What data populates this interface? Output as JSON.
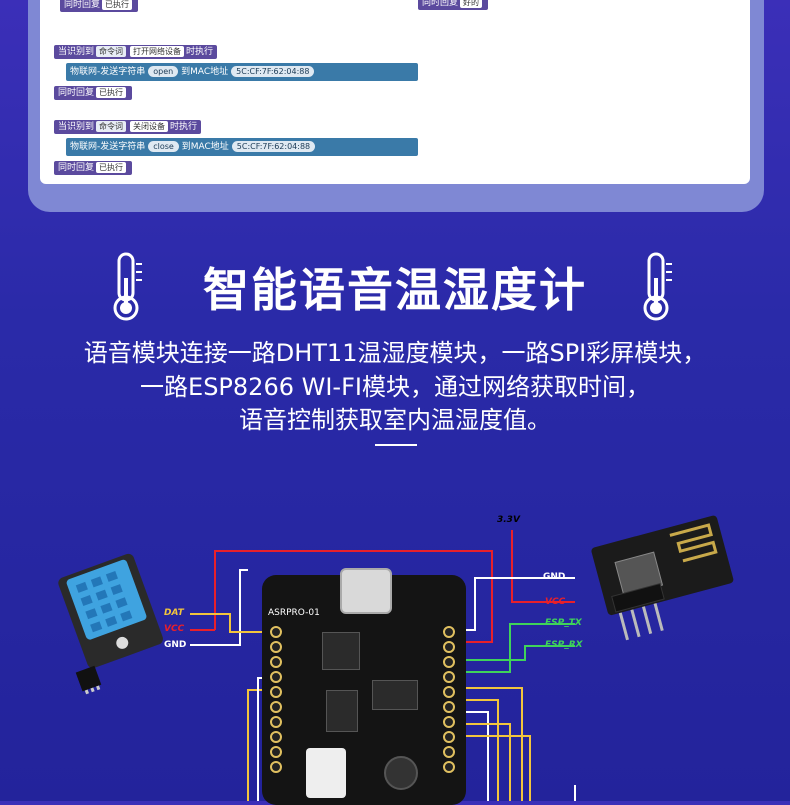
{
  "code_blocks": {
    "left_top_reply_label": "同时回复",
    "left_top_reply_value": "已执行",
    "right_top_reply_label": "同时回复",
    "right_top_reply_value": "好的",
    "block1": {
      "when_label": "当识别到",
      "cmd_chip": "命令词",
      "cmd_value": "打开网络设备",
      "exec_label": "时执行",
      "send_label": "物联网-发送字符串",
      "payload": "open",
      "to_mac_label": "到MAC地址",
      "mac": "5C:CF:7F:62:04:88",
      "reply_label": "同时回复",
      "reply_value": "已执行"
    },
    "block2": {
      "when_label": "当识别到",
      "cmd_chip": "命令词",
      "cmd_value": "关闭设备",
      "exec_label": "时执行",
      "send_label": "物联网-发送字符串",
      "payload": "close",
      "to_mac_label": "到MAC地址",
      "mac": "5C:CF:7F:62:04:88",
      "reply_label": "同时回复",
      "reply_value": "已执行"
    }
  },
  "title": "智能语音温湿度计",
  "description": {
    "line1": "语音模块连接一路DHT11温湿度模块，一路SPI彩屏模块，",
    "line2": "一路ESP8266 WI-FI模块，通过网络获取时间，",
    "line3": "语音控制获取室内温湿度值。"
  },
  "diagram": {
    "voltage_label": "3.3V",
    "board_name": "ASRPRO-01",
    "dht_pins": [
      "DAT",
      "VCC",
      "GND"
    ],
    "esp_pins": [
      "GND",
      "VCC",
      "ESP_TX",
      "ESP_RX"
    ],
    "colors": {
      "red": "#e8202a",
      "white": "#ffffff",
      "green": "#3fd35a",
      "yellow": "#f2c53d"
    }
  }
}
